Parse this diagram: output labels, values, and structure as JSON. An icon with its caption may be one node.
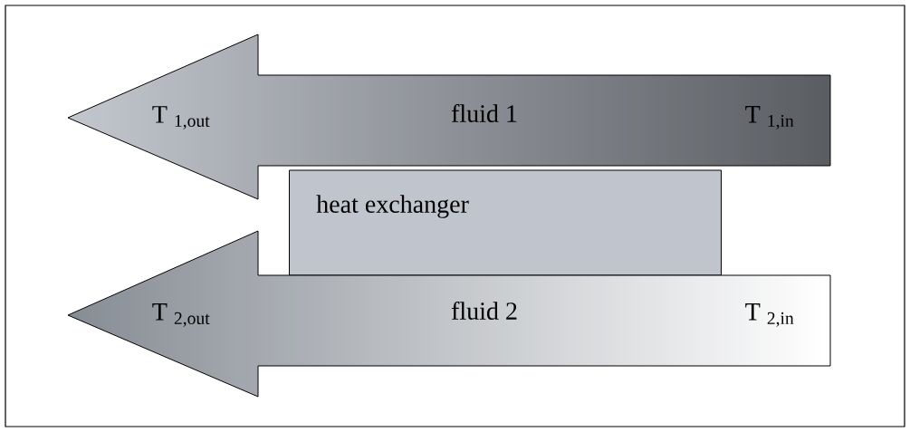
{
  "diagram": {
    "nodes": [
      {
        "text": [
          "T $_{1,out}$",
          "fluid 1",
          "T $_{1,in}$"
        ]
      },
      {
        "text": [
          "heat exchanger"
        ]
      },
      {
        "text": [
          "T $_{2,out}$",
          "fluid 2",
          "T $_{2,in}$"
        ]
      }
    ]
  }
}
